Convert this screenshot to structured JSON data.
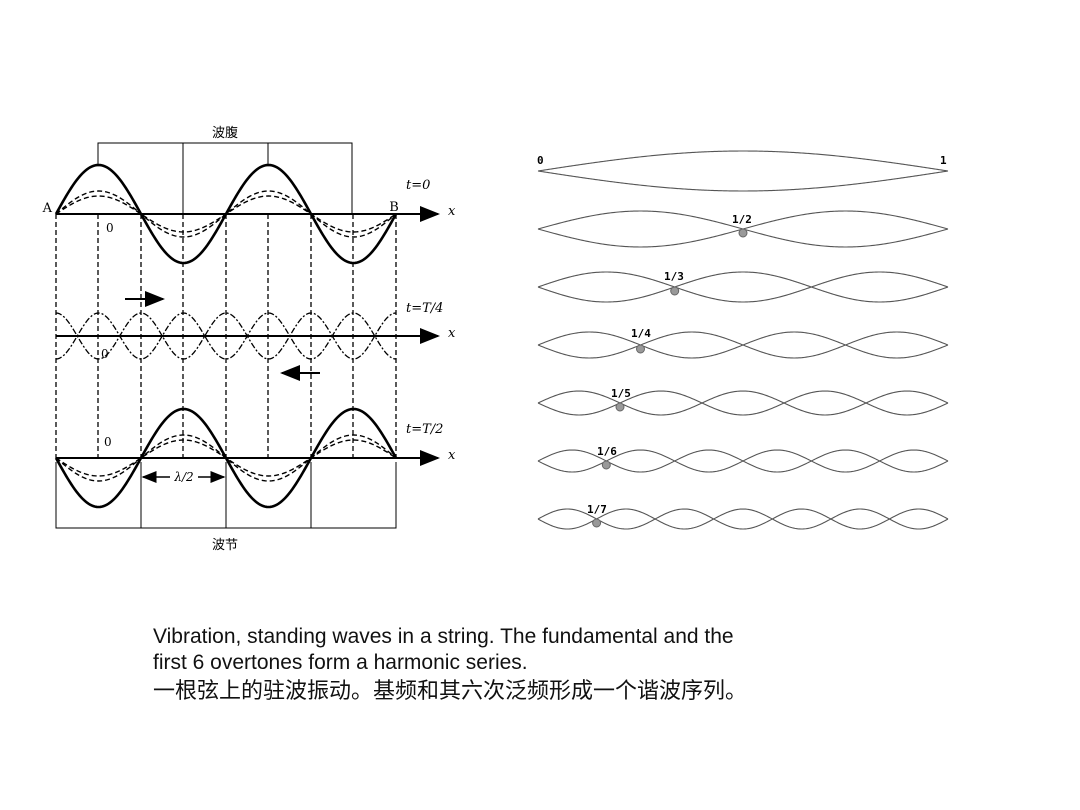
{
  "left_panel": {
    "antinode_label": "波腹",
    "node_label": "波节",
    "point_a": "A",
    "point_b": "B",
    "origin": "0",
    "axis_label": "x",
    "time_labels": [
      "t=0",
      "t=T/4",
      "t=T/2"
    ],
    "half_wavelength_label": "λ/2"
  },
  "right_panel": {
    "start_label": "0",
    "end_label": "1",
    "harmonic_labels": [
      "1/2",
      "1/3",
      "1/4",
      "1/5",
      "1/6",
      "1/7"
    ]
  },
  "caption": {
    "english_line1": "Vibration, standing waves in a string. The fundamental and the",
    "english_line2": "first 6 overtones form a harmonic series.",
    "chinese": "一根弦上的驻波振动。基频和其六次泛频形成一个谐波序列。"
  }
}
